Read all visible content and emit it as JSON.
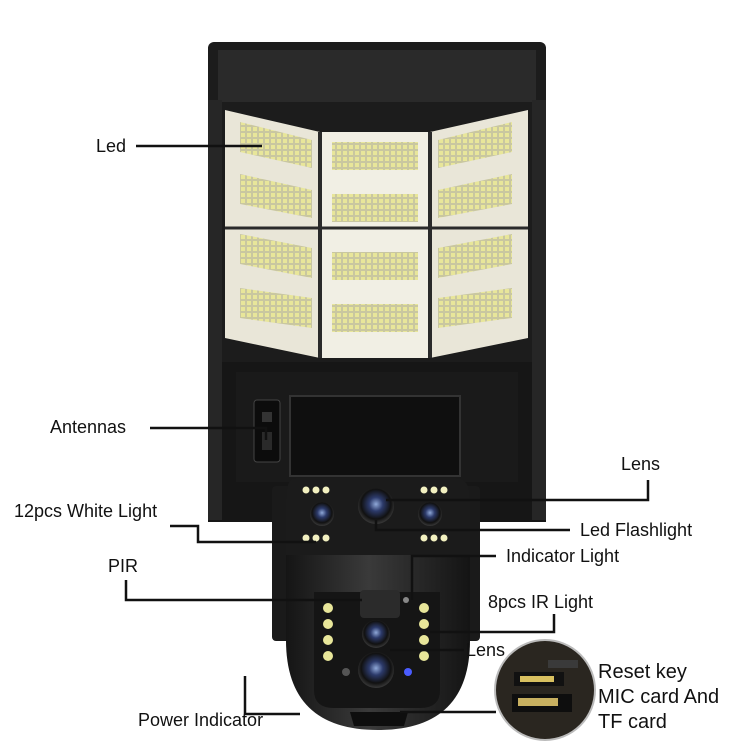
{
  "labels": {
    "led": "Led",
    "antennas": "Antennas",
    "white_light": "12pcs White Light",
    "pir": "PIR",
    "power_indicator": "Power Indicator",
    "lens_top": "Lens",
    "led_flashlight": "Led Flashlight",
    "indicator_light": "Indicator Light",
    "ir_light": "8pcs IR Light",
    "lens_bottom": "Lens"
  },
  "inset": {
    "line1": "Reset key",
    "line2": "MIC card And",
    "line3": "TF card"
  },
  "colors": {
    "housing": "#1e1e1e",
    "led_panel": "#ece9da",
    "led_chip": "#e2e08a",
    "leader_line": "#111111",
    "indicator_blue": "#4a5cff"
  }
}
